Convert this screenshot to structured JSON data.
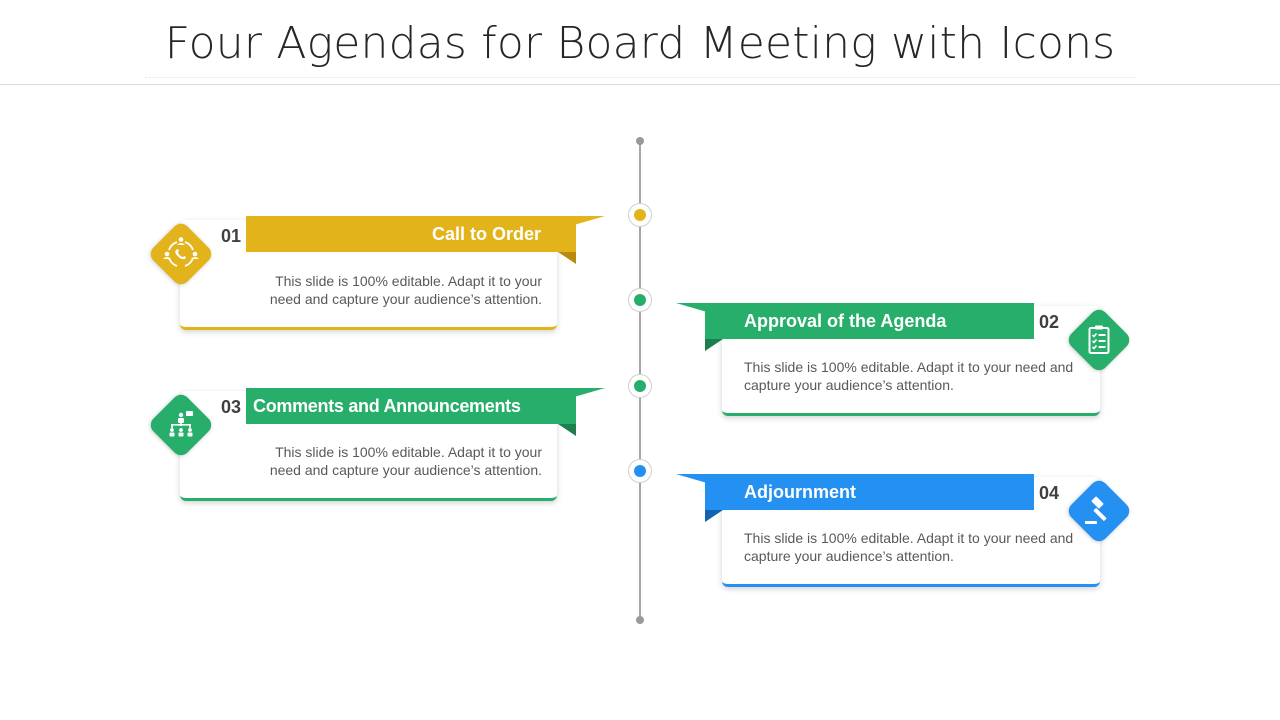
{
  "title": "Four Agendas for Board Meeting with Icons",
  "colors": {
    "yellow": "#E3B31B",
    "green": "#27AE6B",
    "blue": "#2390F2",
    "darkyellow": "#B88A0E",
    "darkgreen": "#1C7F4E",
    "darkblue": "#1463B2"
  },
  "agendas": [
    {
      "number": "01",
      "title": "Call to Order",
      "description": "This slide is 100% editable. Adapt it to your need and capture your audience’s attention.",
      "icon": "phone-people-icon"
    },
    {
      "number": "02",
      "title": "Approval of the Agenda",
      "description": "This slide is 100% editable. Adapt it to your need and capture your audience’s attention.",
      "icon": "checklist-icon"
    },
    {
      "number": "03",
      "title": "Comments and Announcements",
      "description": "This slide is 100% editable. Adapt it to your need and capture your audience’s attention.",
      "icon": "org-chart-icon"
    },
    {
      "number": "04",
      "title": "Adjournment",
      "description": "This slide is 100% editable. Adapt it to your need and capture your audience’s attention.",
      "icon": "gavel-icon"
    }
  ]
}
